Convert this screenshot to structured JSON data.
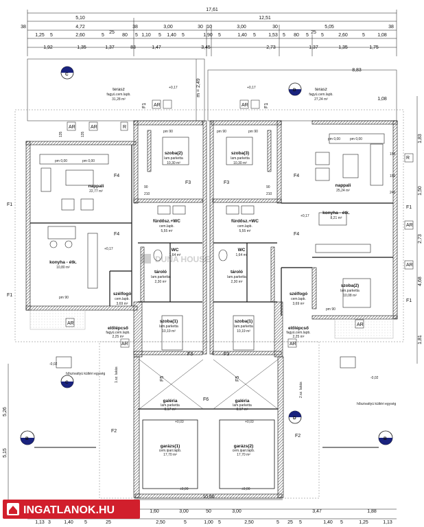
{
  "dims_top": {
    "row1": [
      "17,61"
    ],
    "row2": [
      "5,10",
      "12,51"
    ],
    "row3": [
      "38",
      "4,72",
      "38",
      "3,00",
      "30",
      "10",
      "3,00",
      "30",
      "5,05",
      "38"
    ],
    "row4": [
      "1,25",
      "5",
      "2,60",
      "5",
      "25",
      "80",
      "5",
      "1,10",
      "5",
      "1,40",
      "5",
      "1,90",
      "5",
      "1,40",
      "5",
      "1,53",
      "5",
      "80",
      "5",
      "25",
      "5",
      "2,60",
      "5",
      "1,08"
    ],
    "row5": [
      "1,92",
      "1,35",
      "1,37",
      "83",
      "1,47",
      "3,45",
      "2,73",
      "1,37",
      "1,35",
      "1,75"
    ]
  },
  "dims_right": [
    "8,83",
    "1,08",
    "1,83",
    "1,50",
    "2,73",
    "4,68",
    "1,81"
  ],
  "dims_left": [
    "5,26",
    "5,15"
  ],
  "dims_bottom": {
    "row1": [
      "10,66"
    ],
    "row2": [
      "1,60",
      "3,00",
      "50",
      "3,00",
      "3,47",
      "1,88"
    ],
    "row3": [
      "1,13",
      "3",
      "1,40",
      "5",
      "25",
      "2,50",
      "5",
      "1,00",
      "5",
      "2,50",
      "5",
      "25",
      "5",
      "1,40",
      "5",
      "1,25",
      "1,13"
    ]
  },
  "rooms": {
    "terasz_left": {
      "name": "terasz",
      "sub": "fagyú.cem.lapb.",
      "area": "31,28 m²"
    },
    "terasz_right": {
      "name": "terasz",
      "sub": "fagyú.cem.lapb.",
      "area": "27,24 m²"
    },
    "szoba2_l": {
      "name": "szoba(2)",
      "sub": "lam.parketta",
      "area": "10,30 m²"
    },
    "szoba3_r": {
      "name": "szoba(3)",
      "sub": "lam.parketta",
      "area": "10,30 m²"
    },
    "nappali_l": {
      "name": "nappali",
      "area": "22,77 m²"
    },
    "nappali_r": {
      "name": "nappali",
      "area": "25,24 m²"
    },
    "furdo_l": {
      "name": "fürdősz.+WC",
      "sub": "cem.lapb.",
      "area": "5,55 m²"
    },
    "furdo_r": {
      "name": "fürdősz.+WC",
      "sub": "cem.lapb.",
      "area": "5,55 m²"
    },
    "konyha_l": {
      "name": "konyha - étk.",
      "area": "10,80 m²"
    },
    "konyha_r": {
      "name": "konyha - étk.",
      "area": "8,21 m²"
    },
    "wc_l": {
      "name": "WC",
      "area": "1,64 m²"
    },
    "wc_r": {
      "name": "WC",
      "area": "1,64 m²"
    },
    "tarolo_l": {
      "name": "tároló",
      "sub": "lam.parketta",
      "area": "2,30 m²"
    },
    "tarolo_r": {
      "name": "tároló",
      "sub": "lam.parketta",
      "area": "2,30 m²"
    },
    "szelfogo_l": {
      "name": "szélfogó",
      "sub": "cem.lapb.",
      "area": "3,69 m²"
    },
    "szelfogo_r": {
      "name": "szélfogó",
      "sub": "cem.lapb.",
      "area": "3,69 m²"
    },
    "szoba1_l": {
      "name": "szoba(1)",
      "sub": "lam.parketta",
      "area": "10,19 m²"
    },
    "szoba1_r": {
      "name": "szoba(1)",
      "sub": "lam.parketta",
      "area": "10,19 m²"
    },
    "szoba2_r": {
      "name": "szoba(2)",
      "sub": "lam.parketta",
      "area": "10,08 m²"
    },
    "lepcso_l": {
      "name": "előlépcső",
      "sub": "fagyú.cem.lapb.",
      "area": "2,25 m²"
    },
    "lepcso_r": {
      "name": "előlépcső",
      "sub": "fagyú.cem.lapb.",
      "area": "2,25 m²"
    },
    "galeria_l": {
      "name": "galéria",
      "sub": "lam.parketta",
      "area": "8,17 m²"
    },
    "galeria_r": {
      "name": "galéria",
      "sub": "lam.parketta",
      "area": "8,17 m²"
    },
    "garazs_l": {
      "name": "garázs(1)",
      "sub": "cem.ipari.lapb.",
      "area": "17,70 m²"
    },
    "garazs_r": {
      "name": "garázs(2)",
      "sub": "cem.ipari.lapb.",
      "area": "17,70 m²"
    }
  },
  "tags": {
    "ar": "AR",
    "f1": "F1",
    "f2": "F2",
    "f3": "F3",
    "f4": "F4",
    "f5": "F5",
    "f6": "F6",
    "level_up": "+0,17",
    "level_zero": "±0,00",
    "level_garage": "+0,03",
    "level_out": "-0,02",
    "pm90": "pm 90",
    "pm000": "pm 0,00",
    "lepcso": "1.sz. lakás",
    "lepcso2": "2.sz. lakás",
    "hoszivattyu": "hőszivattyú kültéri egység",
    "m249": "m = 2,49",
    "dim_210": "210",
    "dim_90": "90",
    "dim_240": "240",
    "dim_150": "150",
    "dim_135": "135",
    "section_c": "C",
    "section_d": "D",
    "section_b": "B"
  },
  "watermark": {
    "text": "INGATLANOK.HU",
    "logo_text": "DUNA HOUSE"
  },
  "colors": {
    "ink": "#111111",
    "wall_hatch": "#444444",
    "dashed": "#555555",
    "watermark_bg": "#d11f2c",
    "section_fill": "#1a237e"
  }
}
